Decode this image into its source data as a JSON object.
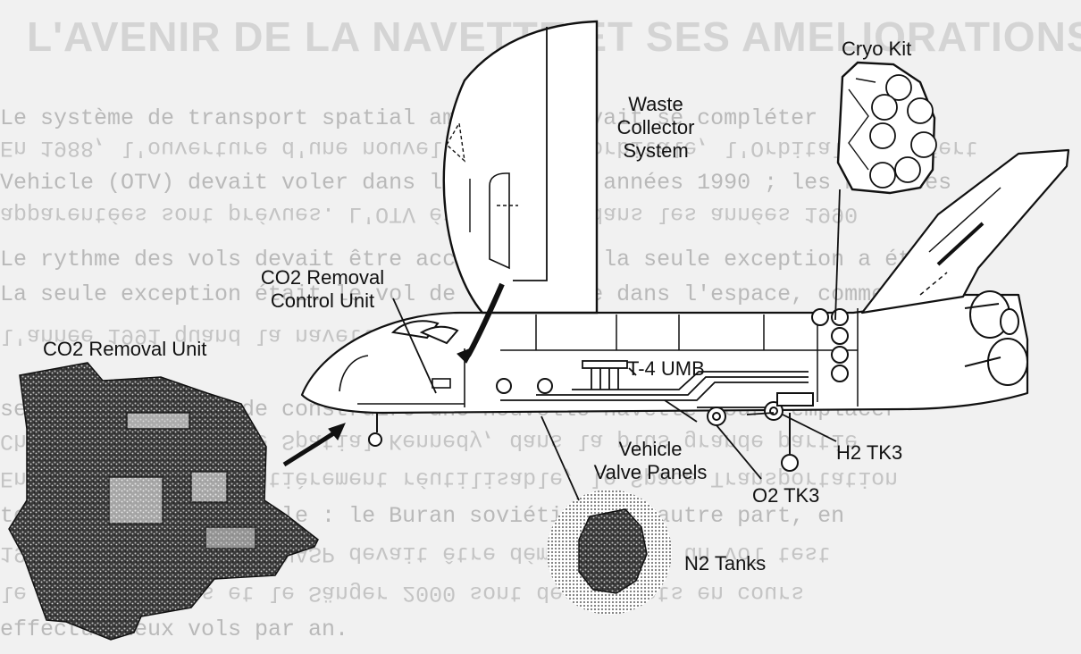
{
  "header": "L'AVENIR DE LA NAVETTE ET SES AMELIORATIONS",
  "background_text": [
    "Le système de transport spatial américain devait se compléter",
    "En 1988, l'ouverture d'une nouvelle station orbitale, l'Orbital Transfert",
    "Vehicle (OTV) devait voler dans le début des années 1990 ; les navettes",
    "apparentées sont prévues. L'OTV était prévu dans les années 1990",
    "Le rythme des vols devait être accéléré mais la seule exception a été",
    "La seule exception était le vol de la navette dans l'espace, comme",
    "l'année 1991 quand la navette spatiale a fait son vol de recherche",
    "serait nécessaire de construire une nouvelle navette pour remplacer",
    "Challenger au Centre Spatial Kennedy, dans la plus grande partie",
    "Enfin une navette entièrement réutilisable, le Space Transportation",
    "totalement réutilisable : le Buran soviétique. D'autre part, en",
    "1986 l'avion orbital NASP devait être démontré par un vol test",
    "le projet Hermès et le Sänger 2000 sont des projets en cours",
    "effectue deux vols par an."
  ],
  "labels": {
    "cryo_kit": "Cryo Kit",
    "waste_collector": [
      "Waste",
      "Collector",
      "System"
    ],
    "co2_control": [
      "CO2 Removal",
      "Control Unit"
    ],
    "co2_unit": "CO2 Removal Unit",
    "t4_umb": "T-4 UMB",
    "vehicle_valve": [
      "Vehicle",
      "Valve Panels"
    ],
    "h2_tk3": "H2 TK3",
    "o2_tk3": "O2 TK3",
    "n2_tanks": "N2 Tanks"
  }
}
